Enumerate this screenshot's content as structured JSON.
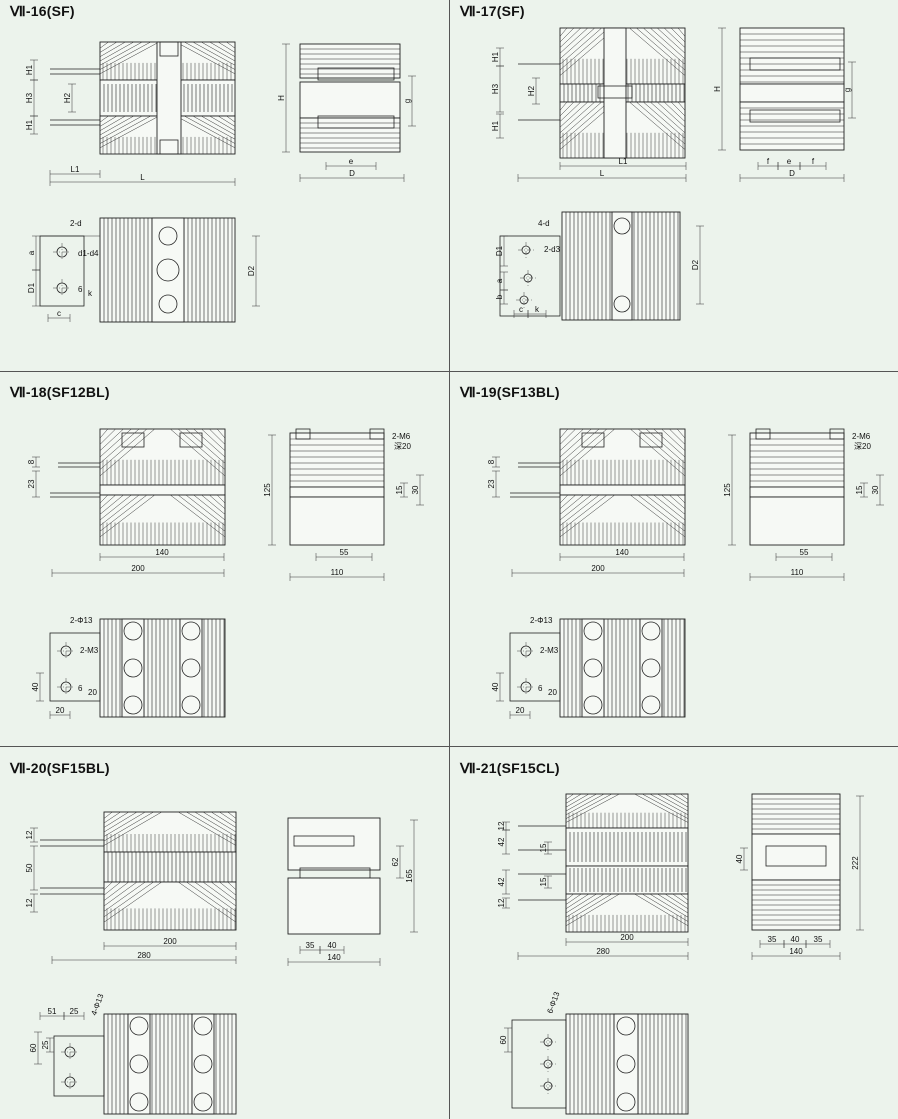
{
  "panels": [
    {
      "id": "p16",
      "title": "Ⅶ-16(SF)",
      "dims_front": [
        "H1",
        "H3",
        "H2",
        "H1",
        "L1",
        "L"
      ],
      "dims_side": [
        "H",
        "g",
        "e",
        "D"
      ],
      "dims_plan": [
        "2-d",
        "d1-d4",
        "a",
        "D1",
        "c",
        "6",
        "k",
        "D2"
      ]
    },
    {
      "id": "p17",
      "title": "Ⅶ-17(SF)",
      "dims_front": [
        "H1",
        "H3",
        "H2",
        "H1",
        "L1",
        "L"
      ],
      "dims_side": [
        "H",
        "g",
        "f",
        "e",
        "f",
        "D"
      ],
      "dims_plan": [
        "4-d",
        "D1",
        "2-d3",
        "a",
        "b",
        "c",
        "k",
        "D2"
      ]
    },
    {
      "id": "p18",
      "title": "Ⅶ-18(SF12BL)",
      "dims_front": [
        "8",
        "23",
        "140",
        "200"
      ],
      "dims_side": [
        "2-M6",
        "深20",
        "125",
        "15",
        "30",
        "55",
        "110"
      ],
      "dims_plan": [
        "2-Φ13",
        "2-M3",
        "40",
        "6",
        "20",
        "20"
      ]
    },
    {
      "id": "p19",
      "title": "Ⅶ-19(SF13BL)",
      "dims_front": [
        "8",
        "23",
        "140",
        "200"
      ],
      "dims_side": [
        "2-M6",
        "深20",
        "125",
        "15",
        "30",
        "55",
        "110"
      ],
      "dims_plan": [
        "2-Φ13",
        "2-M3",
        "40",
        "6",
        "20",
        "20"
      ]
    },
    {
      "id": "p20",
      "title": "Ⅶ-20(SF15BL)",
      "dims_front": [
        "12",
        "50",
        "12",
        "200",
        "280"
      ],
      "dims_side": [
        "62",
        "165",
        "35",
        "40",
        "140"
      ],
      "dims_plan": [
        "51",
        "25",
        "4-Φ13",
        "25",
        "60"
      ]
    },
    {
      "id": "p21",
      "title": "Ⅶ-21(SF15CL)",
      "dims_front": [
        "12",
        "42",
        "15",
        "42",
        "15",
        "12",
        "200",
        "280"
      ],
      "dims_side": [
        "40",
        "222",
        "35",
        "40",
        "35",
        "140"
      ],
      "dims_plan": [
        "6-Φ13",
        "60"
      ]
    }
  ],
  "colors": {
    "background": "#e9f1ea",
    "line": "#222222"
  }
}
